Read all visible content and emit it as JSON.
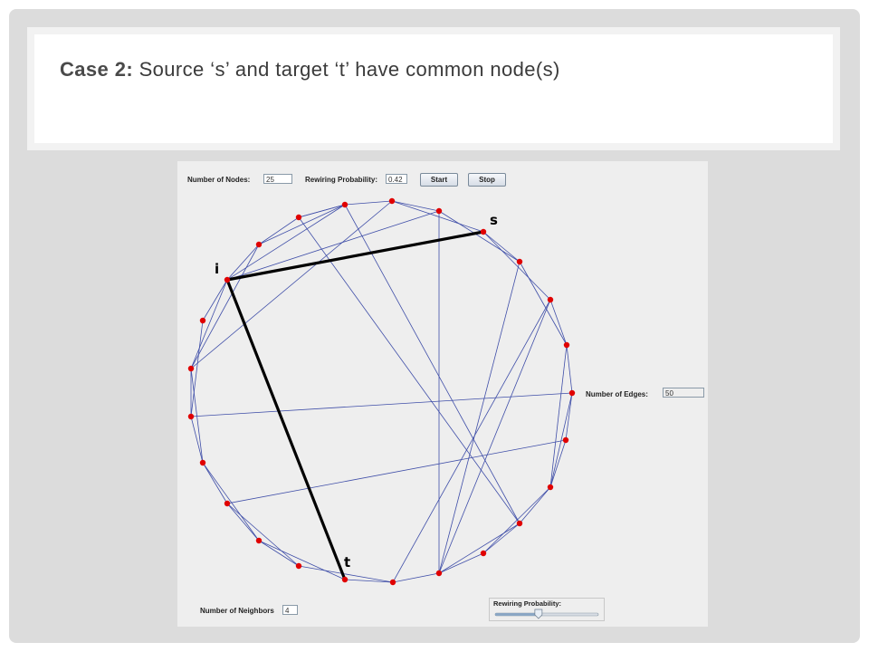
{
  "title": {
    "bold": "Case 2:",
    "rest": " Source ‘s’ and target ‘t’ have common node(s)"
  },
  "app": {
    "nodes_label": "Number of Nodes:",
    "nodes_value": "25",
    "rewiring_label": "Rewiring Probability:",
    "rewiring_value": "0.42",
    "start_button": "Start",
    "stop_button": "Stop",
    "edges_label": "Number of Edges:",
    "edges_value": "50",
    "neighbors_label": "Number of Neighbors",
    "neighbors_value": "4",
    "slider_label": "Rewiring Probability:",
    "slider_value": 0.42
  },
  "graph": {
    "source_marker": "s",
    "target_marker": "t",
    "common_marker": "i",
    "node_color": "#e00000",
    "edge_color": "#3f4ea8",
    "highlight_color": "#000000"
  }
}
